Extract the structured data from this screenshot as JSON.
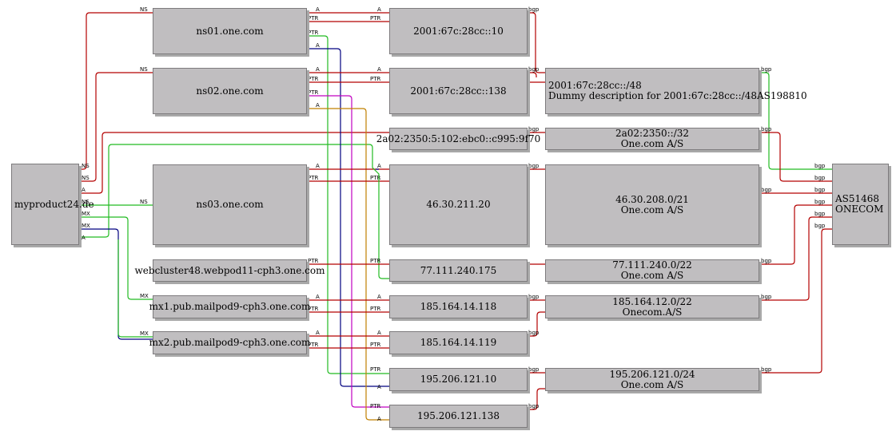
{
  "nodes": {
    "domain": "myproduct24.de",
    "ns01": "ns01.one.com",
    "ns02": "ns02.one.com",
    "ns03": "ns03.one.com",
    "webcluster": "webcluster48.webpod11-cph3.one.com",
    "mx1": "mx1.pub.mailpod9-cph3.one.com",
    "mx2": "mx2.pub.mailpod9-cph3.one.com",
    "ip_v6_10": "2001:67c:28cc::10",
    "ip_v6_138": "2001:67c:28cc::138",
    "ip_v6_9f70": "2a02:2350:5:102:ebc0::c995:9f70",
    "ip_46": "46.30.211.20",
    "ip_77": "77.111.240.175",
    "ip_185_118": "185.164.14.118",
    "ip_185_119": "185.164.14.119",
    "ip_195_10": "195.206.121.10",
    "ip_195_138": "195.206.121.138",
    "pfx_v6_48": [
      "2001:67c:28cc::/48",
      "Dummy description for 2001:67c:28cc::/48AS198810"
    ],
    "pfx_v6_32": [
      "2a02:2350::/32",
      "One.com A/S"
    ],
    "pfx_46": [
      "46.30.208.0/21",
      "One.com A/S"
    ],
    "pfx_77": [
      "77.111.240.0/22",
      "One.com A/S"
    ],
    "pfx_185": [
      "185.164.12.0/22",
      "Onecom.A/S"
    ],
    "pfx_195": [
      "195.206.121.0/24",
      "One.com A/S"
    ],
    "asn": [
      "AS51468",
      "ONECOM"
    ]
  },
  "edge_labels": {
    "ns": "NS",
    "a": "A",
    "mx": "MX",
    "ptr": "PTR",
    "bgp": "bgp"
  },
  "colors": {
    "red": "#b40000",
    "green": "#22bb22",
    "blue": "#000080",
    "magenta": "#c000c0",
    "orange": "#c08000",
    "black": "#000000"
  }
}
